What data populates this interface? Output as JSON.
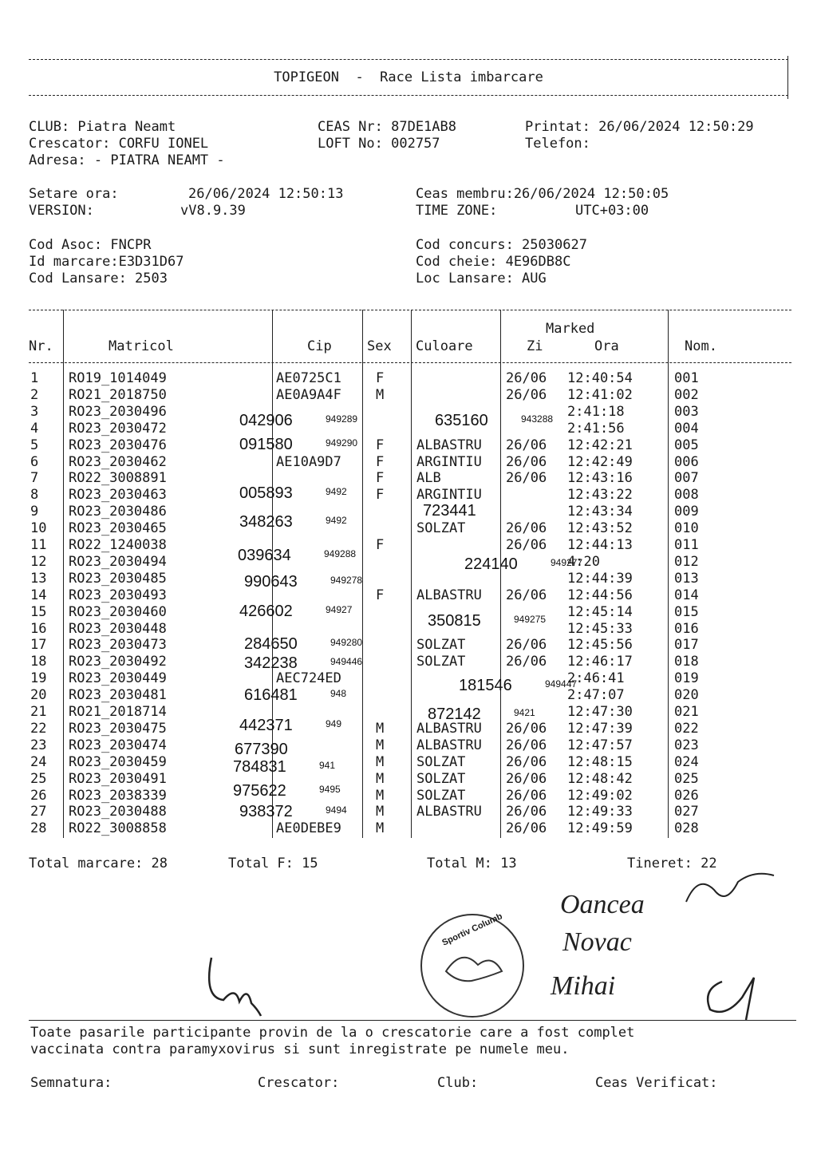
{
  "header": {
    "title": "TOPIGEON  -  Race Lista imbarcare"
  },
  "info": {
    "club": "CLUB: Piatra Neamt",
    "crescator": "Crescator: CORFU IONEL",
    "adresa": "Adresa: - PIATRA NEAMT -",
    "ceas_nr": "CEAS Nr: 87DE1AB8",
    "loft_no": "LOFT No: 002757",
    "printat": "Printat: 26/06/2024 12:50:29",
    "telefon": "Telefon:",
    "setare_ora_label": "Setare ora:",
    "setare_ora_value": "26/06/2024 12:50:13",
    "version_label": "VERSION:",
    "version_value": "vV8.9.39",
    "ceas_membru": "Ceas membru:26/06/2024 12:50:05",
    "time_zone_label": "TIME ZONE:",
    "time_zone_value": "UTC+03:00",
    "cod_asoc": "Cod Asoc: FNCPR",
    "id_marcare": "Id marcare:E3D31D67",
    "cod_lansare": "Cod Lansare: 2503",
    "cod_concurs": "Cod concurs: 25030627",
    "cod_cheie": "Cod cheie: 4E96DB8C",
    "loc_lansare": "Loc Lansare: AUG"
  },
  "table": {
    "headers": {
      "nr": "Nr.",
      "matricol": "Matricol",
      "cip": "Cip",
      "sex": "Sex",
      "culoare": "Culoare",
      "marked": "Marked",
      "zi": "Zi",
      "ora": "Ora",
      "nom": "Nom."
    },
    "rows": [
      {
        "nr": "1",
        "matricol": "RO19_1014049",
        "cip": "AE0725C1",
        "sex": "F",
        "culoare": "",
        "zi": "26/06",
        "ora": "12:40:54",
        "nom": "001"
      },
      {
        "nr": "2",
        "matricol": "RO21_2018750",
        "cip": "AE0A9A4F",
        "sex": "M",
        "culoare": "",
        "zi": "26/06",
        "ora": "12:41:02",
        "nom": "002"
      },
      {
        "nr": "3",
        "matricol": "RO23_2030496",
        "cip": "",
        "sex": "",
        "culoare": "",
        "zi": "",
        "ora": "2:41:18",
        "nom": "003"
      },
      {
        "nr": "4",
        "matricol": "RO23_2030472",
        "cip": "",
        "sex": "",
        "culoare": "",
        "zi": "",
        "ora": "2:41:56",
        "nom": "004"
      },
      {
        "nr": "5",
        "matricol": "RO23_2030476",
        "cip": "",
        "sex": "F",
        "culoare": "ALBASTRU",
        "zi": "26/06",
        "ora": "12:42:21",
        "nom": "005"
      },
      {
        "nr": "6",
        "matricol": "RO23_2030462",
        "cip": "AE10A9D7",
        "sex": "F",
        "culoare": "ARGINTIU",
        "zi": "26/06",
        "ora": "12:42:49",
        "nom": "006"
      },
      {
        "nr": "7",
        "matricol": "RO22_3008891",
        "cip": "",
        "sex": "F",
        "culoare": "ALB",
        "zi": "26/06",
        "ora": "12:43:16",
        "nom": "007"
      },
      {
        "nr": "8",
        "matricol": "RO23_2030463",
        "cip": "",
        "sex": "F",
        "culoare": "ARGINTIU",
        "zi": "",
        "ora": "12:43:22",
        "nom": "008"
      },
      {
        "nr": "9",
        "matricol": "RO23_2030486",
        "cip": "",
        "sex": "",
        "culoare": "",
        "zi": "",
        "ora": "12:43:34",
        "nom": "009"
      },
      {
        "nr": "10",
        "matricol": "RO23_2030465",
        "cip": "",
        "sex": "",
        "culoare": "SOLZAT",
        "zi": "26/06",
        "ora": "12:43:52",
        "nom": "010"
      },
      {
        "nr": "11",
        "matricol": "RO22_1240038",
        "cip": "",
        "sex": "F",
        "culoare": "",
        "zi": "26/06",
        "ora": "12:44:13",
        "nom": "011"
      },
      {
        "nr": "12",
        "matricol": "RO23_2030494",
        "cip": "",
        "sex": "",
        "culoare": "",
        "zi": "",
        "ora": "4:20",
        "nom": "012"
      },
      {
        "nr": "13",
        "matricol": "RO23_2030485",
        "cip": "",
        "sex": "",
        "culoare": "",
        "zi": "",
        "ora": "12:44:39",
        "nom": "013"
      },
      {
        "nr": "14",
        "matricol": "RO23_2030493",
        "cip": "",
        "sex": "F",
        "culoare": "ALBASTRU",
        "zi": "26/06",
        "ora": "12:44:56",
        "nom": "014"
      },
      {
        "nr": "15",
        "matricol": "RO23_2030460",
        "cip": "",
        "sex": "",
        "culoare": "",
        "zi": "",
        "ora": "12:45:14",
        "nom": "015"
      },
      {
        "nr": "16",
        "matricol": "RO23_2030448",
        "cip": "",
        "sex": "",
        "culoare": "",
        "zi": "",
        "ora": "12:45:33",
        "nom": "016"
      },
      {
        "nr": "17",
        "matricol": "RO23_2030473",
        "cip": "",
        "sex": "",
        "culoare": "SOLZAT",
        "zi": "26/06",
        "ora": "12:45:56",
        "nom": "017"
      },
      {
        "nr": "18",
        "matricol": "RO23_2030492",
        "cip": "",
        "sex": "",
        "culoare": "SOLZAT",
        "zi": "26/06",
        "ora": "12:46:17",
        "nom": "018"
      },
      {
        "nr": "19",
        "matricol": "RO23_2030449",
        "cip": "AEC724ED",
        "sex": "",
        "culoare": "",
        "zi": "",
        "ora": "2:46:41",
        "nom": "019"
      },
      {
        "nr": "20",
        "matricol": "RO23_2030481",
        "cip": "",
        "sex": "",
        "culoare": "",
        "zi": "",
        "ora": "2:47:07",
        "nom": "020"
      },
      {
        "nr": "21",
        "matricol": "RO21_2018714",
        "cip": "",
        "sex": "",
        "culoare": "",
        "zi": "",
        "ora": "12:47:30",
        "nom": "021"
      },
      {
        "nr": "22",
        "matricol": "RO23_2030475",
        "cip": "",
        "sex": "M",
        "culoare": "ALBASTRU",
        "zi": "26/06",
        "ora": "12:47:39",
        "nom": "022"
      },
      {
        "nr": "23",
        "matricol": "RO23_2030474",
        "cip": "",
        "sex": "M",
        "culoare": "ALBASTRU",
        "zi": "26/06",
        "ora": "12:47:57",
        "nom": "023"
      },
      {
        "nr": "24",
        "matricol": "RO23_2030459",
        "cip": "",
        "sex": "M",
        "culoare": "SOLZAT",
        "zi": "26/06",
        "ora": "12:48:15",
        "nom": "024"
      },
      {
        "nr": "25",
        "matricol": "RO23_2030491",
        "cip": "",
        "sex": "M",
        "culoare": "SOLZAT",
        "zi": "26/06",
        "ora": "12:48:42",
        "nom": "025"
      },
      {
        "nr": "26",
        "matricol": "RO23_2038339",
        "cip": "",
        "sex": "M",
        "culoare": "SOLZAT",
        "zi": "26/06",
        "ora": "12:49:02",
        "nom": "026"
      },
      {
        "nr": "27",
        "matricol": "RO23_2030488",
        "cip": "",
        "sex": "M",
        "culoare": "ALBASTRU",
        "zi": "26/06",
        "ora": "12:49:33",
        "nom": "027"
      },
      {
        "nr": "28",
        "matricol": "RO22_3008858",
        "cip": "AE0DEBE9",
        "sex": "M",
        "culoare": "",
        "zi": "26/06",
        "ora": "12:49:59",
        "nom": "028"
      }
    ]
  },
  "overlays": [
    {
      "big": "042906",
      "small": "949289"
    },
    {
      "big": "635160",
      "small": "943288"
    },
    {
      "big": "091580",
      "small": "949290"
    },
    {
      "big": "005893",
      "small": "9492"
    },
    {
      "big": "723441",
      "small": ""
    },
    {
      "big": "348263",
      "small": "9492"
    },
    {
      "big": "039634",
      "small": "949288"
    },
    {
      "big": "224140",
      "small": "949277"
    },
    {
      "big": "990643",
      "small": "949278"
    },
    {
      "big": "426602",
      "small": "94927"
    },
    {
      "big": "350815",
      "small": "949275"
    },
    {
      "big": "284650",
      "small": "949280"
    },
    {
      "big": "342238",
      "small": "949446"
    },
    {
      "big": "181546",
      "small": "949447"
    },
    {
      "big": "616481",
      "small": "948"
    },
    {
      "big": "872142",
      "small": "9421"
    },
    {
      "big": "442371",
      "small": "949"
    },
    {
      "big": "677390",
      "small": ""
    },
    {
      "big": "784831",
      "small": "941"
    },
    {
      "big": "975622",
      "small": "9495"
    },
    {
      "big": "938372",
      "small": "9494"
    }
  ],
  "totals": {
    "total_marcare": "Total marcare: 28",
    "total_f": "Total F: 15",
    "total_m": "Total M: 13",
    "tineret": "Tineret: 22"
  },
  "stamp": {
    "text": "Sportiv Columb"
  },
  "handwriting": {
    "line1": "Oancea",
    "line2": "Novac",
    "line3": "Mihai"
  },
  "footer": {
    "declaration_line1": "Toate pasarile participante provin de la o crescatorie care a fost complet",
    "declaration_line2": "vaccinata contra paramyxovirus si sunt inregistrate pe numele meu.",
    "semnatura": "Semnatura:",
    "crescator": "Crescator:",
    "club": "Club:",
    "ceas_verificat": "Ceas Verificat:"
  }
}
